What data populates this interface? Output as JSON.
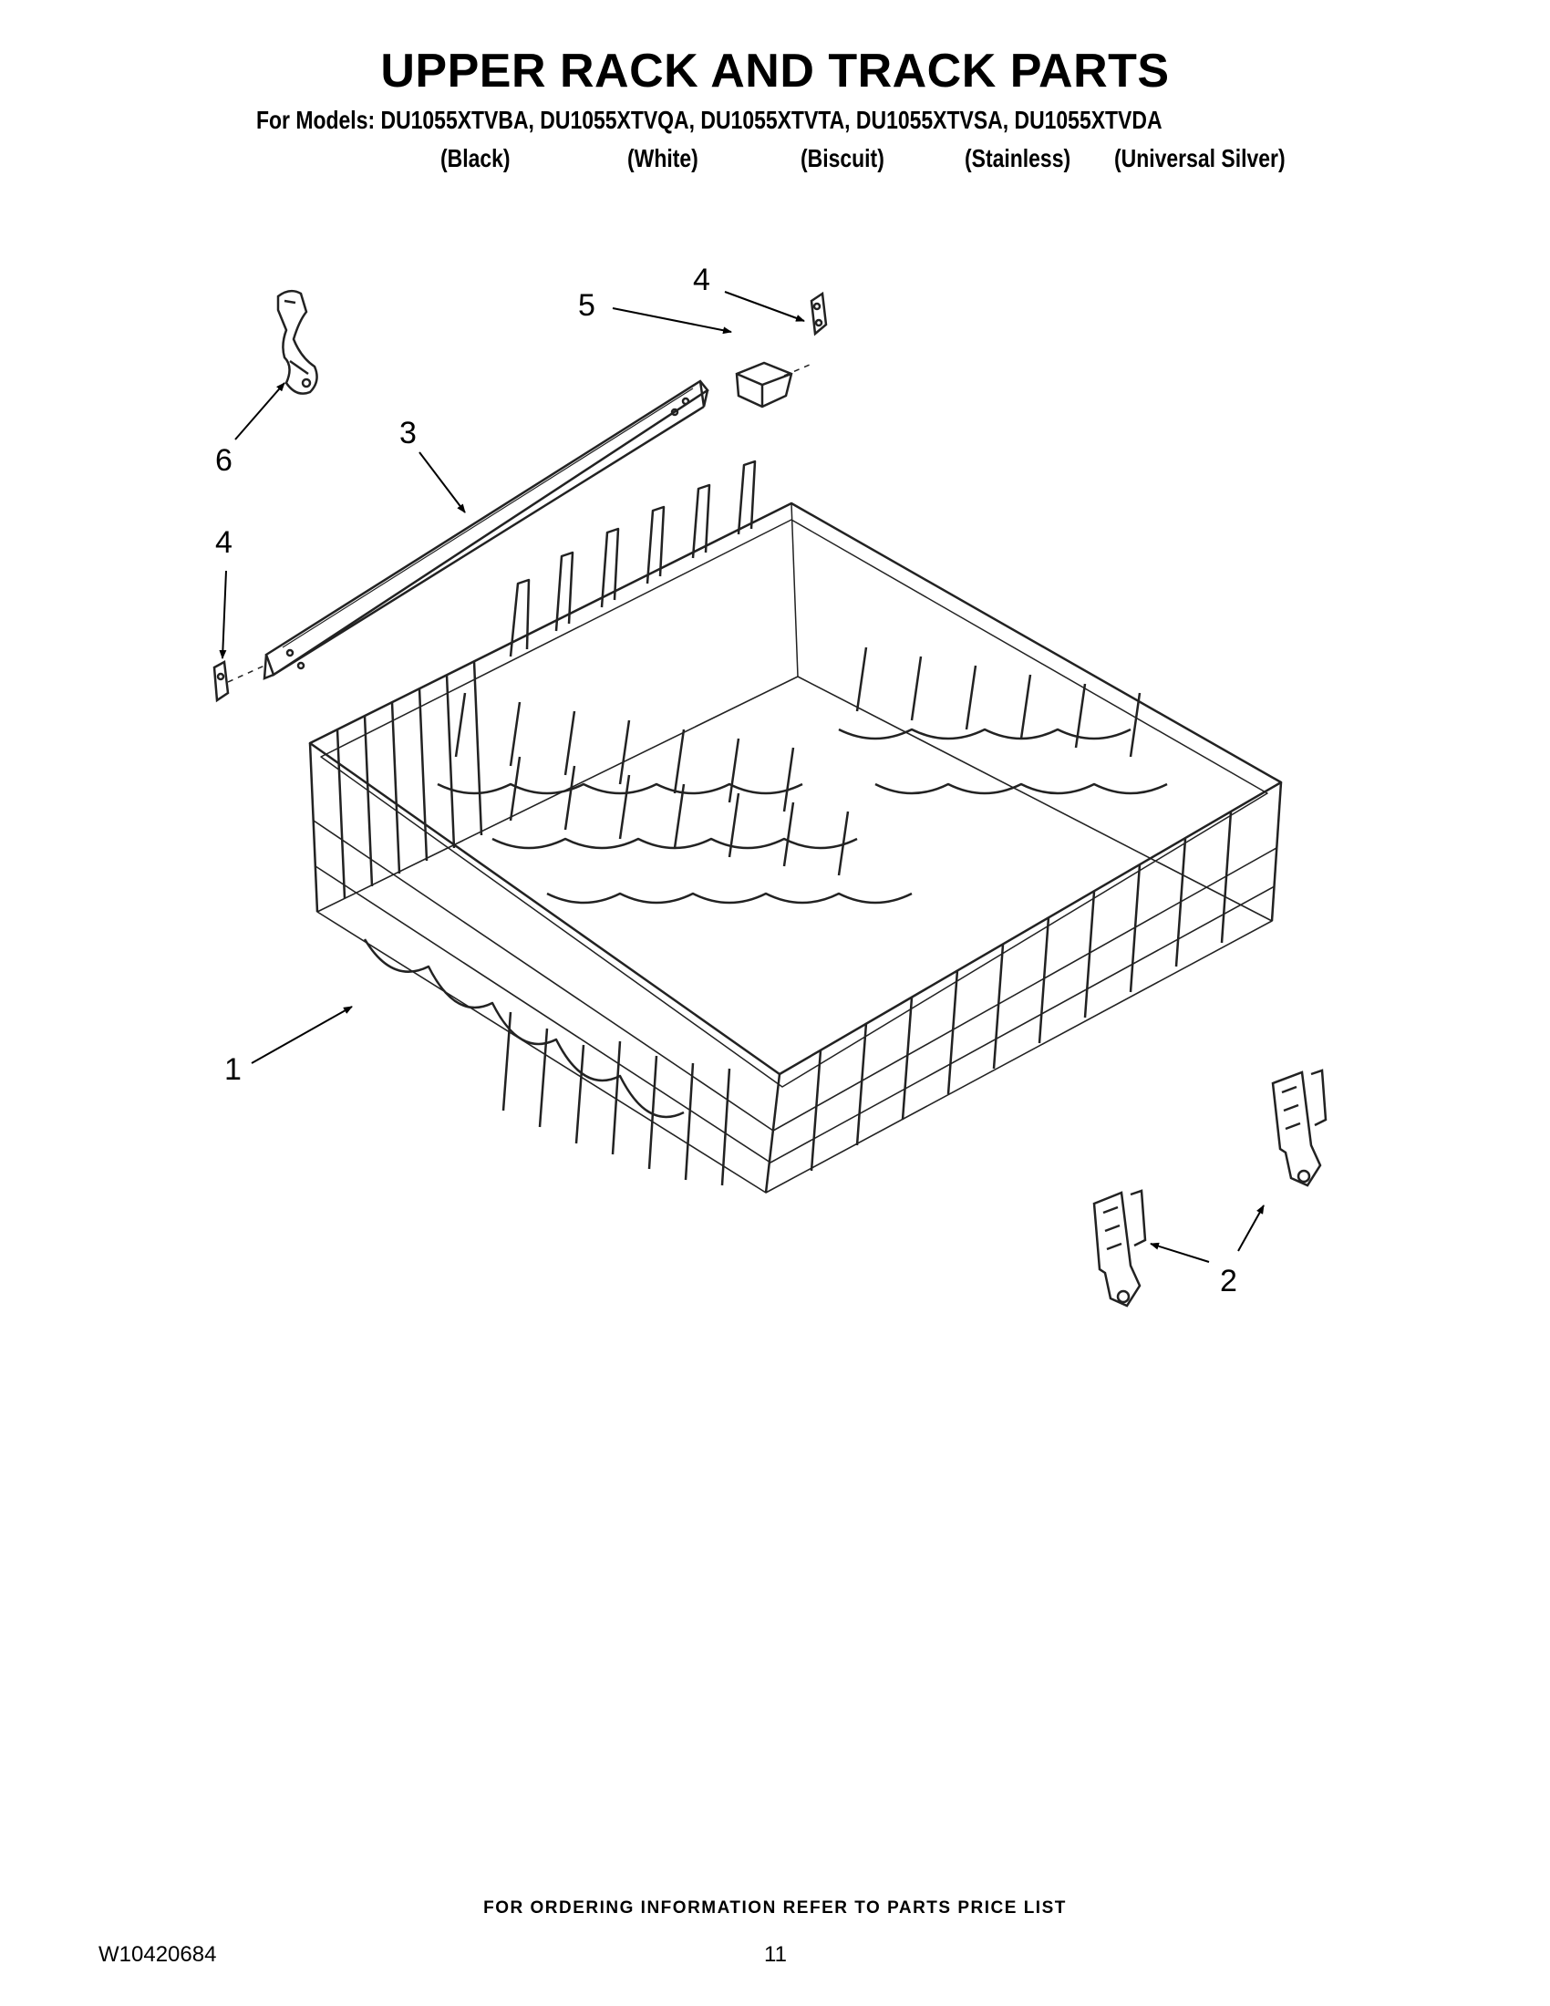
{
  "header": {
    "title": "UPPER RACK AND TRACK PARTS",
    "models_line": "For Models: DU1055XTVBA, DU1055XTVQA, DU1055XTVTA, DU1055XTVSA, DU1055XTVDA",
    "colors": [
      "(Black)",
      "(White)",
      "(Biscuit)",
      "(Stainless)",
      "(Universal Silver)"
    ]
  },
  "callouts": {
    "rack": "1",
    "rack_adjuster": "2",
    "track": "3",
    "track_stop_right": "4",
    "track_stop_left": "4",
    "track_cap": "5",
    "clip": "6"
  },
  "footer": {
    "ordering_note": "FOR ORDERING INFORMATION REFER TO PARTS PRICE LIST",
    "document_number": "W10420684",
    "page_number": "11"
  }
}
